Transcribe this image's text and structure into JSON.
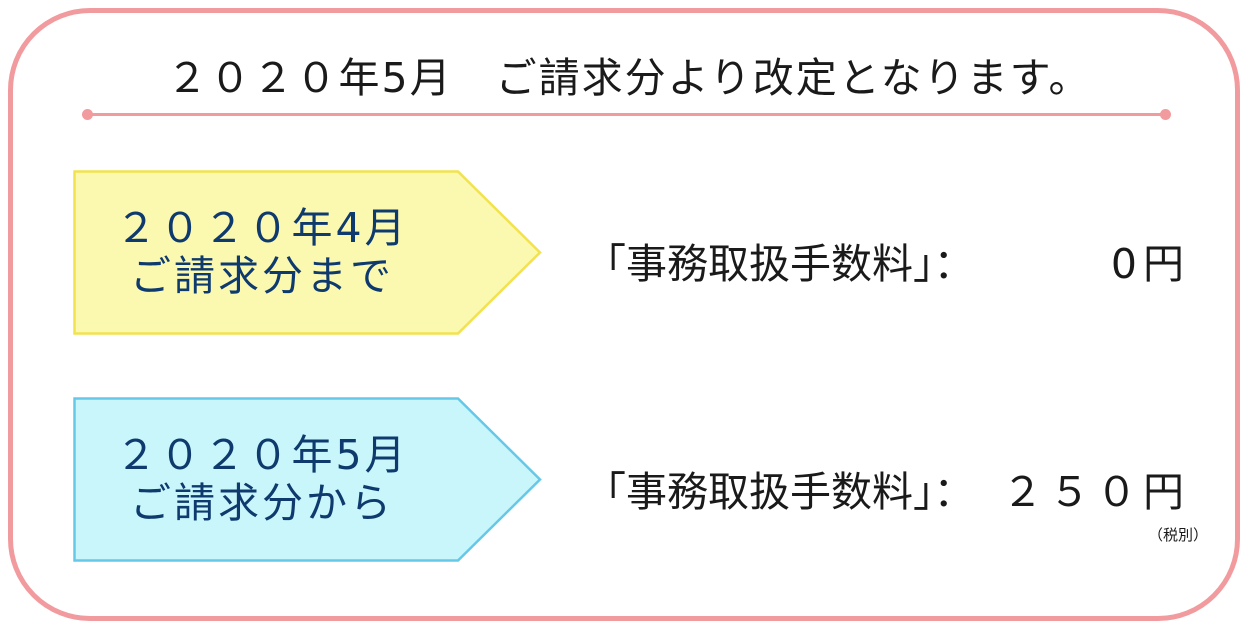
{
  "headline": "２０２０年5月　ご請求分より改定となります。",
  "colors": {
    "frame": "#f29b9e",
    "arrow1_fill": "#fbf8b0",
    "arrow1_stroke": "#f2e24f",
    "arrow2_fill": "#c9f6fb",
    "arrow2_stroke": "#66c8e8",
    "arrow_text": "#0e3a6e"
  },
  "rows": [
    {
      "period_line1": "２０２０年4月",
      "period_line2": "ご請求分まで",
      "fee_label": "「事務取扱手数料」：",
      "fee_amount": "0円"
    },
    {
      "period_line1": "２０２０年5月",
      "period_line2": "ご請求分から",
      "fee_label": "「事務取扱手数料」：",
      "fee_amount": "２５０円"
    }
  ],
  "tax_note": "（税別）"
}
